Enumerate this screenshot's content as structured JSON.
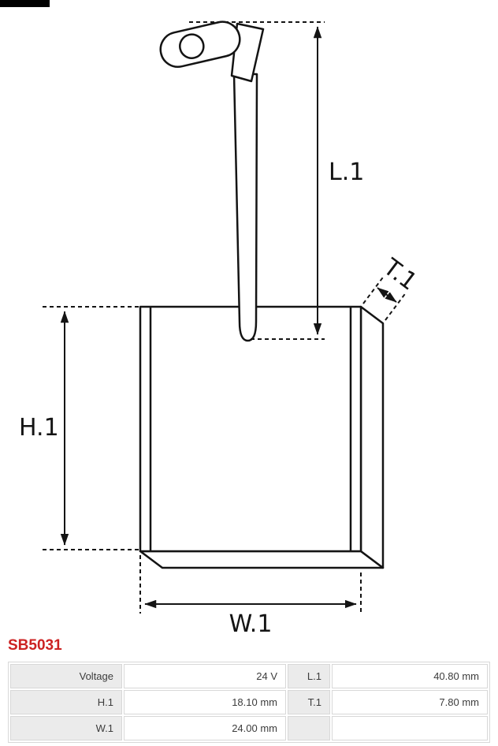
{
  "part_number": "SB5031",
  "diagram": {
    "dimension_labels": {
      "l1": "L.1",
      "h1": "H.1",
      "w1": "W.1",
      "t1": "T.1"
    }
  },
  "colors": {
    "part_number_red": "#cc2222",
    "drawing_line": "#141414",
    "table_label_bg": "#ebebeb",
    "table_border": "#d8d8d8"
  },
  "spec_table": {
    "rows": [
      {
        "label_left": "Voltage",
        "value_left": "24 V",
        "label_right": "L.1",
        "value_right": "40.80 mm"
      },
      {
        "label_left": "H.1",
        "value_left": "18.10 mm",
        "label_right": "T.1",
        "value_right": "7.80 mm"
      },
      {
        "label_left": "W.1",
        "value_left": "24.00 mm",
        "label_right": "",
        "value_right": ""
      }
    ]
  }
}
